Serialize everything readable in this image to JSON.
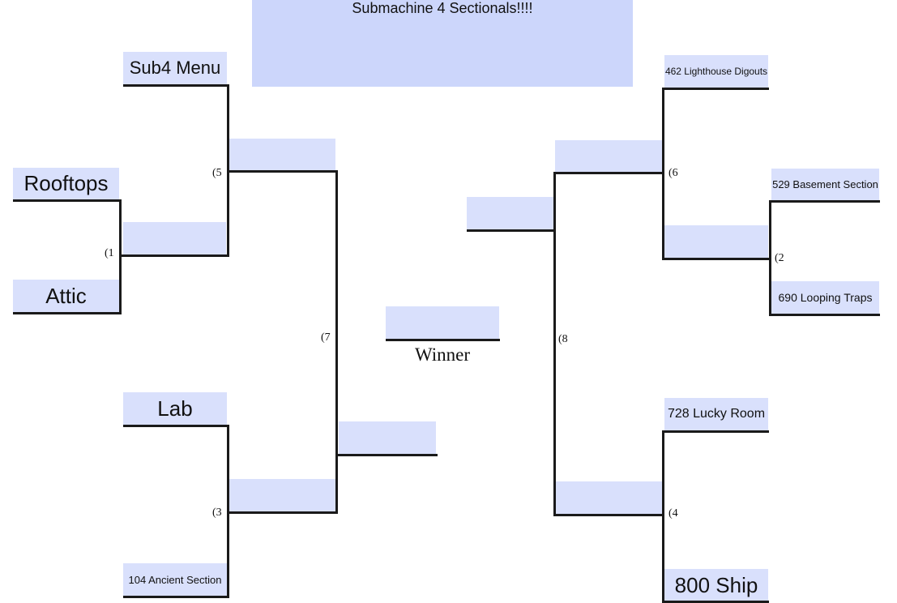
{
  "bracket": {
    "title": "Submachine 4 Sectionals!!!!",
    "winner_label": "Winner",
    "entries": {
      "sub4_menu": "Sub4 Menu",
      "rooftops": "Rooftops",
      "attic": "Attic",
      "lab": "Lab",
      "ancient_section": "104 Ancient Section",
      "lighthouse_digouts": "462 Lighthouse Digouts",
      "basement_section": "529 Basement Section",
      "looping_traps": "690 Looping Traps",
      "lucky_room": "728 Lucky Room",
      "ship": "800 Ship"
    },
    "matches": {
      "m1": "(1",
      "m2": "(2",
      "m3": "(3",
      "m4": "(4",
      "m5": "(5",
      "m6": "(6",
      "m7": "(7",
      "m8": "(8"
    },
    "colors": {
      "title_fill": "#ccd6fb",
      "slot_fill": "#d9e0fc",
      "line": "#1a1a1a"
    }
  }
}
